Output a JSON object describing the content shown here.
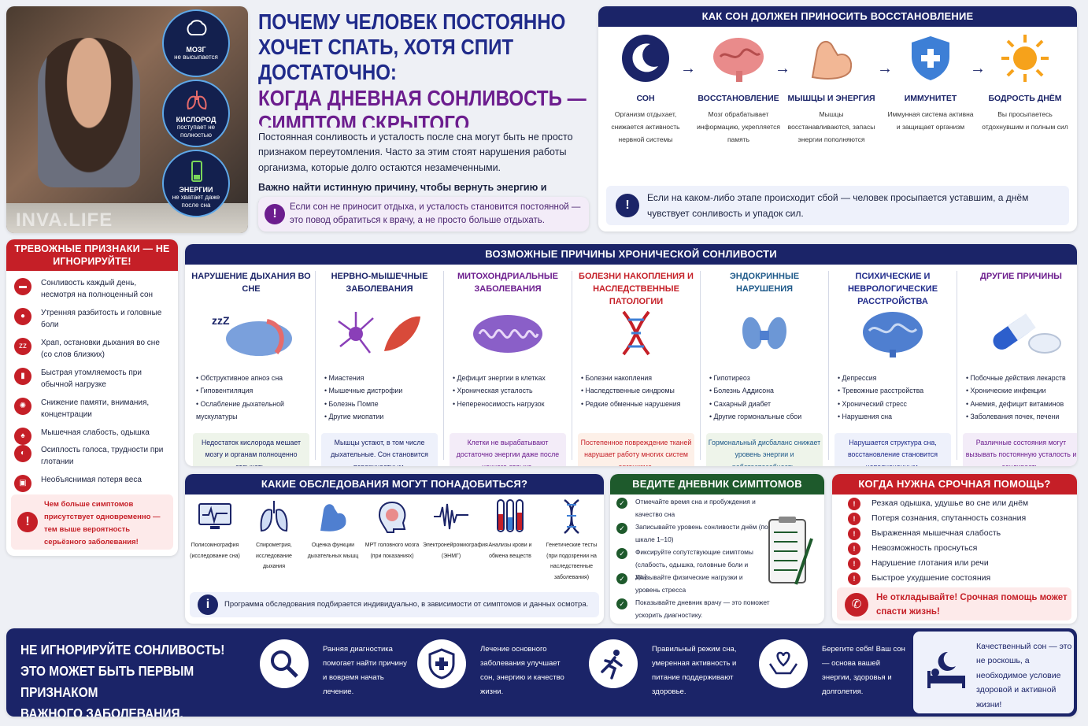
{
  "photo": {
    "watermark": "INVA.LIFE",
    "bubbles": [
      {
        "title": "МОЗГ",
        "text": "не высыпается"
      },
      {
        "title": "КИСЛОРОД",
        "text": "поступает не полностью"
      },
      {
        "title": "ЭНЕРГИИ",
        "text": "не хватает даже после сна"
      }
    ]
  },
  "title": {
    "line1": "Почему человек постоянно",
    "line2": "хочет спать, хотя спит достаточно:",
    "line3": "когда дневная сонливость —",
    "line4": "симптом скрытого заболевания"
  },
  "intro": {
    "p1": "Постоянная сонливость и усталость после сна могут быть не просто признаком переутомления. Часто за этим стоят нарушения работы организма, которые долго остаются незамеченными.",
    "p2": "Важно найти истинную причину, чтобы вернуть энергию и здоровье!",
    "warn": "Если сон не приносит отдыха, и усталость становится постоянной — это повод обратиться к врачу, а не просто больше отдыхать."
  },
  "chain": {
    "header": "Как сон должен приносить восстановление",
    "steps": [
      {
        "name": "Сон",
        "desc": "Организм отдыхает, снижается активность нервной системы"
      },
      {
        "name": "Восстановление",
        "desc": "Мозг обрабатывает информацию, укрепляется память"
      },
      {
        "name": "Мышцы и энергия",
        "desc": "Мышцы восстанавливаются, запасы энергии пополняются"
      },
      {
        "name": "Иммунитет",
        "desc": "Иммунная система активна и защищает организм"
      },
      {
        "name": "Бодрость днём",
        "desc": "Вы просыпаетесь отдохнувшим и полным сил"
      }
    ],
    "warn": "Если на каком-либо этапе происходит сбой — человек просыпается уставшим, а днём чувствует сонливость и упадок сил."
  },
  "alarm": {
    "header": "Тревожные признаки — не игнорируйте!",
    "items": [
      "Сонливость каждый день, несмотря на полноценный сон",
      "Утренняя разбитость и головные боли",
      "Храп, остановки дыхания во сне (со слов близких)",
      "Быстрая утомляемость при обычной нагрузке",
      "Снижение памяти, внимания, концентрации",
      "Мышечная слабость, одышка",
      "Осиплость голоса, трудности при глотании",
      "Необъяснимая потеря веса"
    ],
    "note": "Чем больше симптомов присутствует одновременно — тем выше вероятность серьёзного заболевания!"
  },
  "causes": {
    "header": "Возможные причины хронической сонливости",
    "columns": [
      {
        "title": "Нарушение дыхания во сне",
        "color": "#1b2468",
        "bg": "#eef4ea",
        "items": [
          "Обструктивное апноэ сна",
          "Гиповентиляция",
          "Ослабление дыхательной мускулатуры"
        ],
        "note": "Недостаток кислорода мешает мозгу и органам полноценно отдыхать."
      },
      {
        "title": "Нервно-мышечные заболевания",
        "color": "#1b2468",
        "bg": "#eef1fb",
        "items": [
          "Миастения",
          "Мышечные дистрофии",
          "Болезнь Помпе",
          "Другие миопатии"
        ],
        "note": "Мышцы устают, в том числе дыхательные. Сон становится поверхностным."
      },
      {
        "title": "Митохондриальные заболевания",
        "color": "#6c1d8e",
        "bg": "#f3ecf8",
        "items": [
          "Дефицит энергии в клетках",
          "Хроническая усталость",
          "Непереносимость нагрузок"
        ],
        "note": "Клетки не вырабатывают достаточно энергии даже после ночного отдыха."
      },
      {
        "title": "Болезни накопления и наследственные патологии",
        "color": "#c51f27",
        "bg": "#fdf0e8",
        "items": [
          "Болезни накопления",
          "Наследственные синдромы",
          "Редкие обменные нарушения"
        ],
        "note": "Постепенное повреждение тканей нарушает работу многих систем организма."
      },
      {
        "title": "Эндокринные нарушения",
        "color": "#1f5a8a",
        "bg": "#eef4ea",
        "items": [
          "Гипотиреоз",
          "Болезнь Аддисона",
          "Сахарный диабет",
          "Другие гормональные сбои"
        ],
        "note": "Гормональный дисбаланс снижает уровень энергии и работоспособность."
      },
      {
        "title": "Психические и неврологические расстройства",
        "color": "#1f2a8a",
        "bg": "#eef1fb",
        "items": [
          "Депрессия",
          "Тревожные расстройства",
          "Хронический стресс",
          "Нарушения сна"
        ],
        "note": "Нарушается структура сна, восстановление становится неполноценным."
      },
      {
        "title": "Другие причины",
        "color": "#6c1d8e",
        "bg": "#f3ecf8",
        "items": [
          "Побочные действия лекарств",
          "Хронические инфекции",
          "Анемия, дефицит витаминов",
          "Заболевания почек, печени"
        ],
        "note": "Различные состояния могут вызывать постоянную усталость и сонливость."
      }
    ]
  },
  "exams": {
    "header": "Какие обследования могут понадобиться?",
    "items": [
      "Полисомнография (исследование сна)",
      "Спирометрия, исследование дыхания",
      "Оценка функции дыхательных мышц",
      "МРТ головного мозга (при показаниях)",
      "Электронейромиография (ЭНМГ)",
      "Анализы крови и обмена веществ",
      "Генетические тесты (при подозрении на наследственные заболевания)"
    ],
    "note": "Программа обследования подбирается индивидуально, в зависимости от симптомов и данных осмотра."
  },
  "diary": {
    "header": "Ведите дневник симптомов",
    "items": [
      "Отмечайте время сна и пробуждения и качество сна",
      "Записывайте уровень сонливости днём (по шкале 1–10)",
      "Фиксируйте сопутствующие симптомы (слабость, одышка, головные боли и др.)",
      "Указывайте физические нагрузки и уровень стресса",
      "Показывайте дневник врачу — это поможет ускорить диагностику."
    ]
  },
  "urgent": {
    "header": "Когда нужна срочная помощь?",
    "items": [
      "Резкая одышка, удушье во сне или днём",
      "Потеря сознания, спутанность сознания",
      "Выраженная мышечная слабость",
      "Невозможность проснуться",
      "Нарушение глотания или речи",
      "Быстрое ухудшение состояния"
    ],
    "note": "Не откладывайте! Срочная помощь может спасти жизнь!"
  },
  "footer": {
    "line1": "Не игнорируйте сонливость!",
    "line2": "Это может быть первым признаком",
    "line3": "важного заболевания.",
    "items": [
      "Ранняя диагностика помогает найти причину и вовремя начать лечение.",
      "Лечение основного заболевания улучшает сон, энергию и качество жизни.",
      "Правильный режим сна, умеренная активность и питание поддерживают здоровье.",
      "Берегите себя! Ваш сон — основа вашей энергии, здоровья и долголетия."
    ],
    "end": "Качественный сон — это не роскошь, а необходимое условие здоровой и активной жизни!"
  }
}
